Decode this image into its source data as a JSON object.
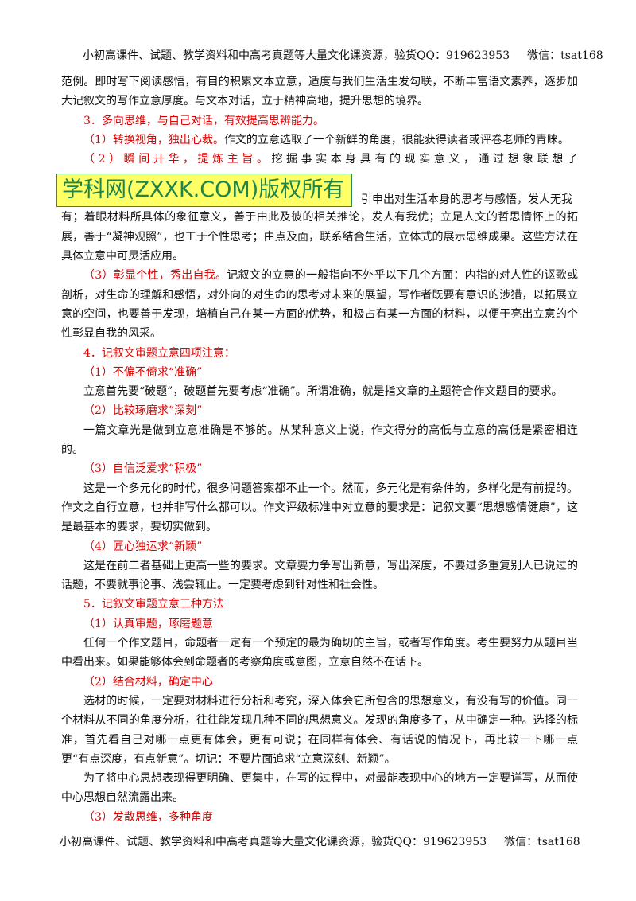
{
  "header": {
    "text": "小初高课件、试题、教学资料和中高考真题等大量文化课资源，验货QQ：919623953",
    "wechat": "微信：tsat168"
  },
  "footer": {
    "text": "小初高课件、试题、教学资料和中高考真题等大量文化课资源，验货QQ：919623953",
    "wechat": "微信：tsat168"
  },
  "watermark": "学科网(ZXXK.COM)版权所有",
  "body": {
    "p1": "范例。即时写下阅读感悟，有目的积累文本立意，适度与我们生活生发勾联，不断丰富语文素养，逐步加大记叙文的写作立意厚度。与文本对话，立于精神高地，提升思想的境界。",
    "h3": "3．多向思维，与自己对话，有效提高思辨能力。",
    "s1_label": "（1）转换视角，独出心裁。",
    "s1_text": "作文的立意选取了一个新鲜的角度，很能获得读者或评卷老师的青睐。",
    "s2_label": "（2）瞬间开华，提炼主旨。",
    "s2_text": "挖掘事实本身具有的现实意义，通过想象联想了",
    "s2_tail": "引申出对生活本身的思考与感悟，发人无我",
    "s2_rest": "有；着眼材料所具体的象征意义，善于由此及彼的相关推论，发人有我优；立足人文的哲思情怀上的拓展，善于“凝神观照”，也工于个性思考；由点及面，联系结合生活，立体式的展示思维成果。这些方法在具体立意中可灵活应用。",
    "s3_label": "（3）彰显个性，秀出自我。",
    "s3_text": "记叙文的立意的一般指向不外乎以下几个方面：内指的对人性的讴歌或剖析，对生命的理解和感悟，对外向的对生命的思考对未来的展望，写作者既要有意识的涉猎，以拓展立意的空间，也要善于发现，培植自己在某一方面的优势，和极占有某一方面的材料，以便于亮出立意的个性彰显自我的风采。",
    "h4": "4．记叙文审题立意四项注意：",
    "a1_label": "（1）不偏不倚求“准确”",
    "a1_text": "立意首先要“破题”，破题首先要考虑“准确”。所谓准确，就是指文章的主题符合作文题目的要求。",
    "a2_label": "（2）比较琢磨求“深刻”",
    "a2_text": "一篇文章光是做到立意准确是不够的。从某种意义上说，作文得分的高低与立意的高低是紧密相连的。",
    "a3_label": "（3）自信泛爱求“积极”",
    "a3_text": "这是一个多元化的时代，很多问题答案都不止一个。然而，多元化是有条件的，多样化是有前提的。作文之自行立意，也并非写什么都可以。作文评级标准中对立意的要求是：记叙文要“思想感情健康”，这是最基本的要求，要切实做到。",
    "a4_label": "（4）匠心独运求“新颖”",
    "a4_text": "这是在前二者基础上更高一些的要求。文章要力争写出新意，写出深度，不要过多重复别人已说过的话题，不要就事论事、浅尝辄止。一定要考虑到针对性和社会性。",
    "h5": "5．记叙文审题立意三种方法",
    "b1_label": "（1）认真审题，琢磨题意",
    "b1_text": "任何一个作文题目，命题者一定有一个预定的最为确切的主旨，或者写作角度。考生要努力从题目当中看出来。如果能够体会到命题者的考察角度或意图，立意自然不在话下。",
    "b2_label": "（2）结合材料，确定中心",
    "b2_text": "选材的时候，一定要对材料进行分析和考究，深入体会它所包含的思想意义，有没有写的价值。同一个材料从不同的角度分析，往往能发现几种不同的思想意义。发现的角度多了，从中确定一种。选择的标准，首先看自己对哪一点更有体会，更有可说；在同样有体会、有话说的情况下，再比较一下哪一点更“有点深度，有点新意”。切记：不要片面追求“立意深刻、新颖”。",
    "b2_text2": "为了将中心思想表现得更明确、更集中，在写的过程中，对最能表现中心的地方一定要详写，从而使中心思想自然流露出来。",
    "b3_label": "（3）发散思维，多种角度"
  }
}
